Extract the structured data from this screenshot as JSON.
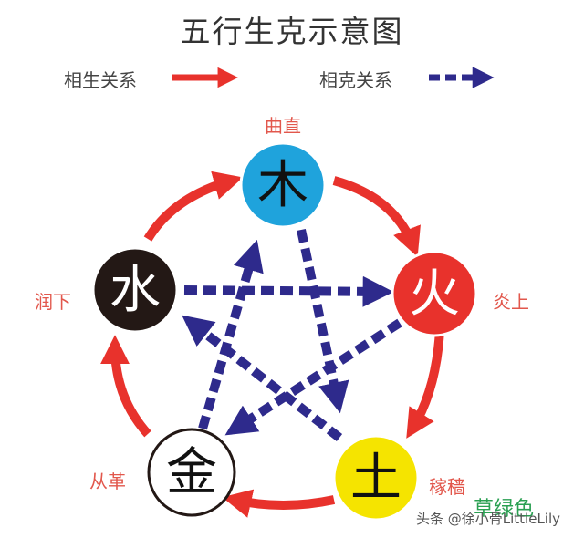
{
  "title": "五行生克示意图",
  "legend": {
    "generating_label": "相生关系",
    "overcoming_label": "相克关系"
  },
  "colors": {
    "generating": "#e8322c",
    "overcoming": "#2e2a8c",
    "wood": "#1fa3dc",
    "fire": "#e8322c",
    "earth": "#f5e400",
    "metal": "#ffffff",
    "water": "#231815",
    "attribute_text": "#e2574c"
  },
  "nodes": {
    "wood": {
      "char": "木",
      "attribute": "曲直"
    },
    "fire": {
      "char": "火",
      "attribute": "炎上"
    },
    "earth": {
      "char": "土",
      "attribute": "稼穑"
    },
    "metal": {
      "char": "金",
      "attribute": "从革"
    },
    "water": {
      "char": "水",
      "attribute": "润下"
    }
  },
  "watermark": {
    "text": "头条 @徐小骨LittleLily",
    "green_text": "草绿色"
  }
}
